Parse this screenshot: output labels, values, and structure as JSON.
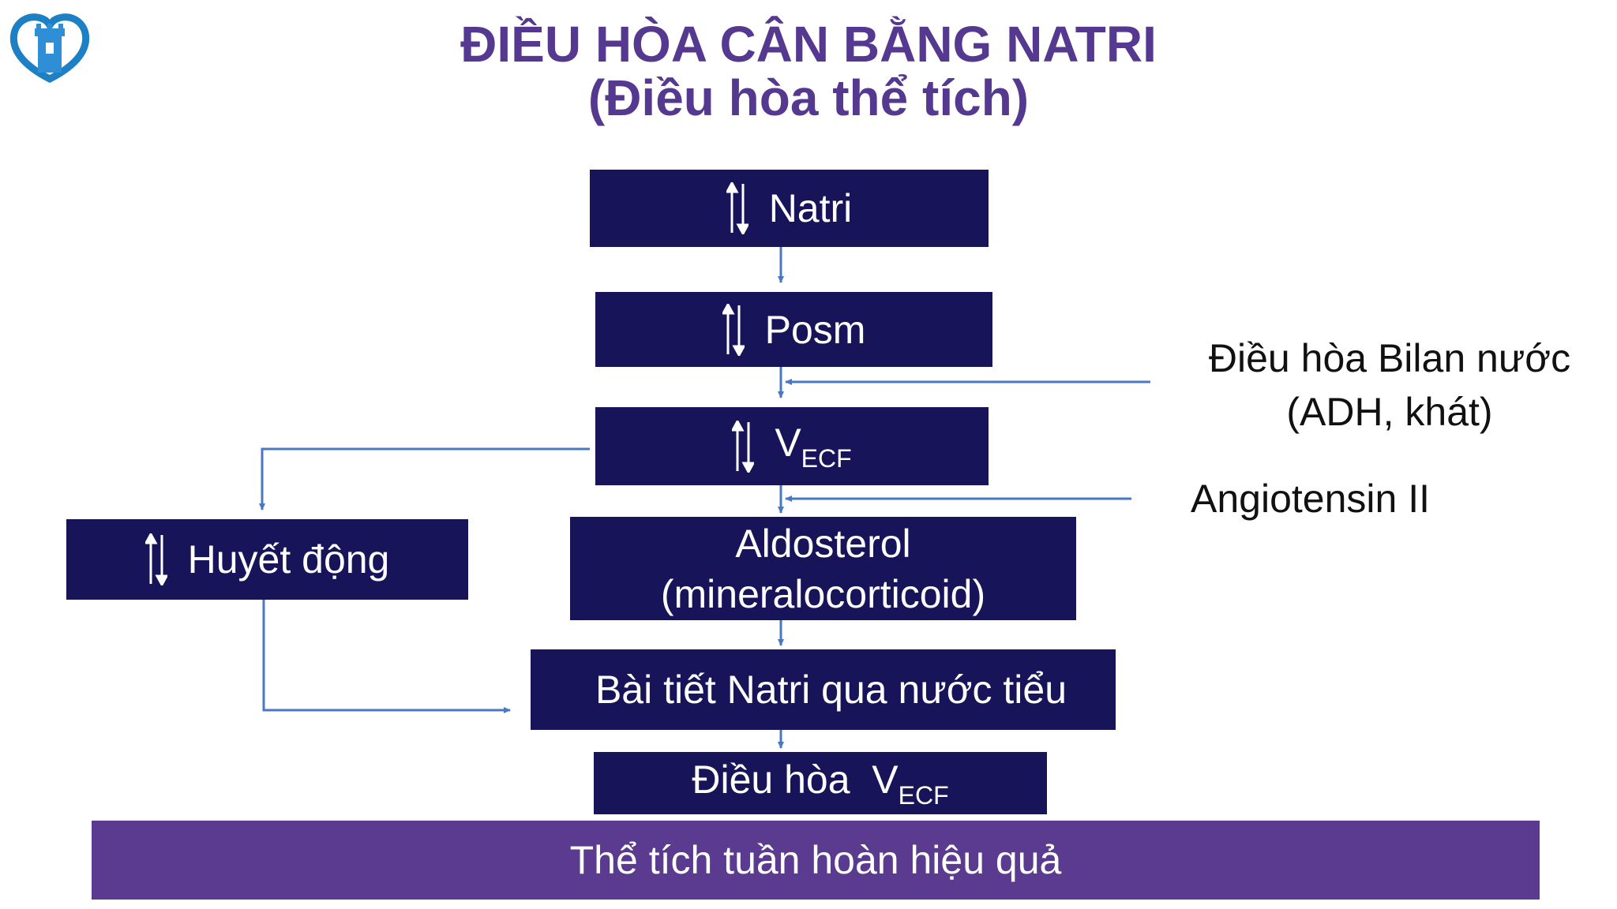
{
  "title": {
    "line1": "ĐIỀU HÒA CÂN BẰNG NATRI",
    "line2": "(Điều hòa thể tích)"
  },
  "logo": {
    "icon": "hospital-tower-logo"
  },
  "boxes": {
    "natri": "Natri",
    "posm": "Posm",
    "vecf_main": "V",
    "vecf_sub": "ECF",
    "aldosterol_line1": "Aldosterol",
    "aldosterol_line2": "(mineralocorticoid)",
    "excretion": "Bài tiết Natri qua nước tiểu",
    "regulation_main": "Điều hòa  V",
    "regulation_sub": "ECF",
    "hemodynamic": "Huyết động"
  },
  "side_labels": {
    "water_balance_line1": "Điều hòa Bilan nước",
    "water_balance_line2": "(ADH, khát)",
    "angiotensin": "Angiotensin II"
  },
  "footer": "Thể tích tuần hoàn hiệu quả",
  "colors": {
    "title": "#55388f",
    "box": "#17145a",
    "footer": "#5a3b8f",
    "connector": "#4a78c0"
  }
}
